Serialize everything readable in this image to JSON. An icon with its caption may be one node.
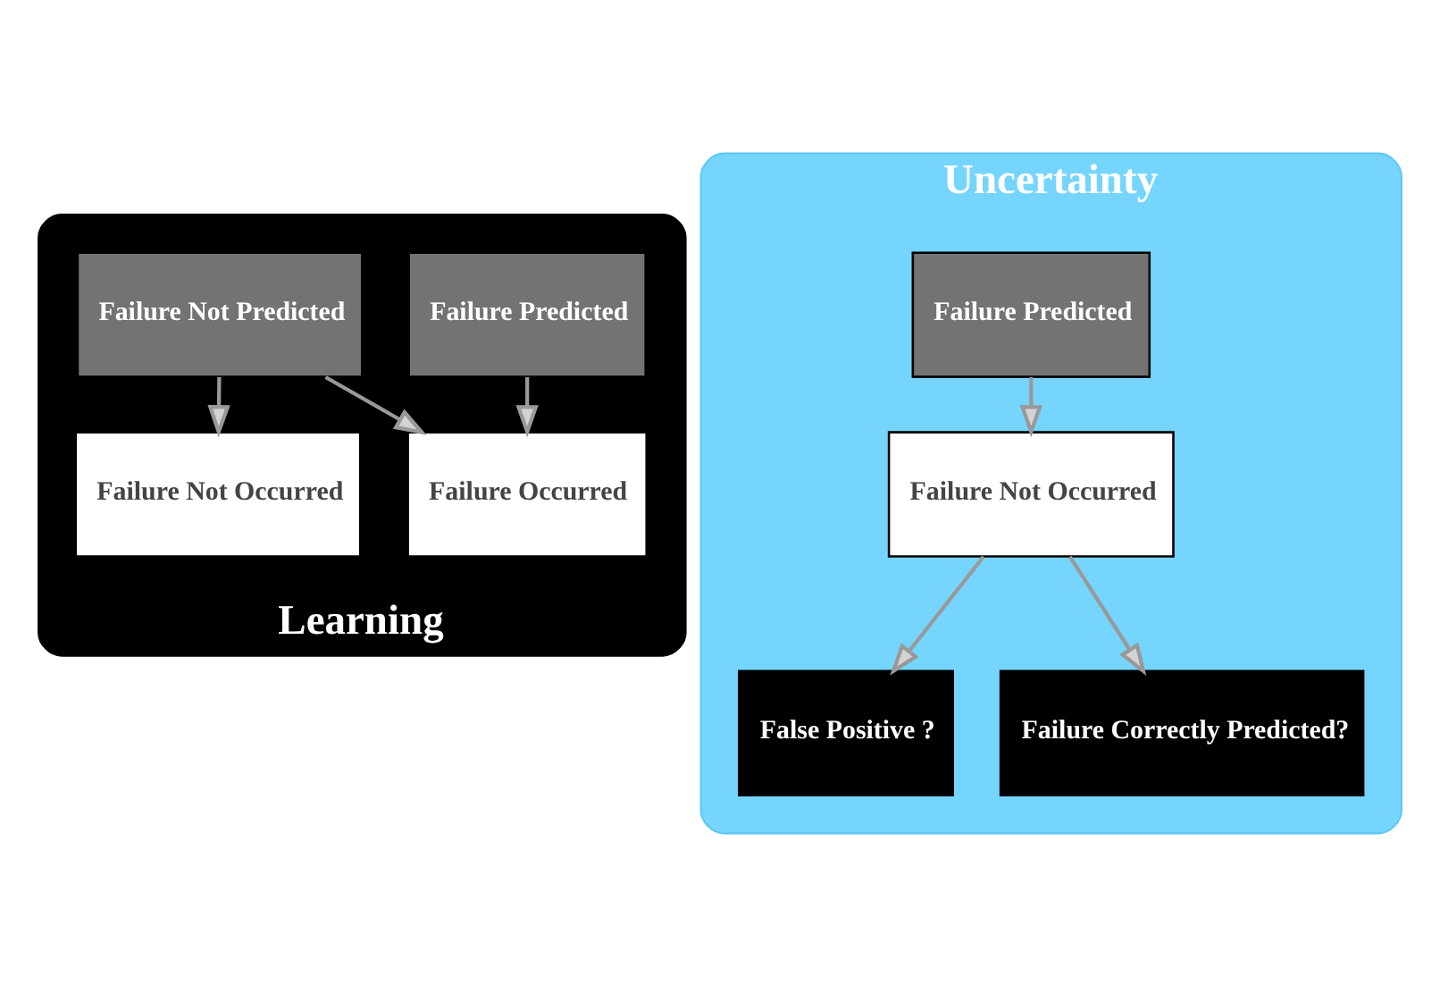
{
  "diagram": {
    "nodes": [
      {
        "text": [
          "Learning"
        ]
      },
      {
        "text": [
          "Failure Predicted"
        ],
        "in": 0
      },
      {
        "text": [
          "Failure Not Predicted"
        ],
        "in": 0
      },
      {
        "text": [
          "Failure Occurred"
        ],
        "in": 0
      },
      {
        "text": [
          "Failure Not Occurred"
        ],
        "in": 0
      },
      {
        "text": [
          "Uncertainty"
        ]
      },
      {
        "text": [
          "Failure Predicted"
        ],
        "in": 5
      },
      {
        "text": [
          "Failure Not Occurred"
        ],
        "in": 5
      },
      {
        "text": [
          "False Positive ?"
        ],
        "in": 5
      },
      {
        "text": [
          "Failure Correctly Predicted?"
        ],
        "in": 5
      }
    ],
    "edges": [
      {
        "from": 1,
        "to": 3,
        "arrow": "to"
      },
      {
        "from": 2,
        "to": 3,
        "arrow": "to"
      },
      {
        "from": 2,
        "to": 4,
        "arrow": "to"
      },
      {
        "from": 6,
        "to": 7,
        "arrow": "to"
      },
      {
        "from": 7,
        "to": 8,
        "arrow": "to"
      },
      {
        "from": 7,
        "to": 9,
        "arrow": "to"
      }
    ]
  }
}
